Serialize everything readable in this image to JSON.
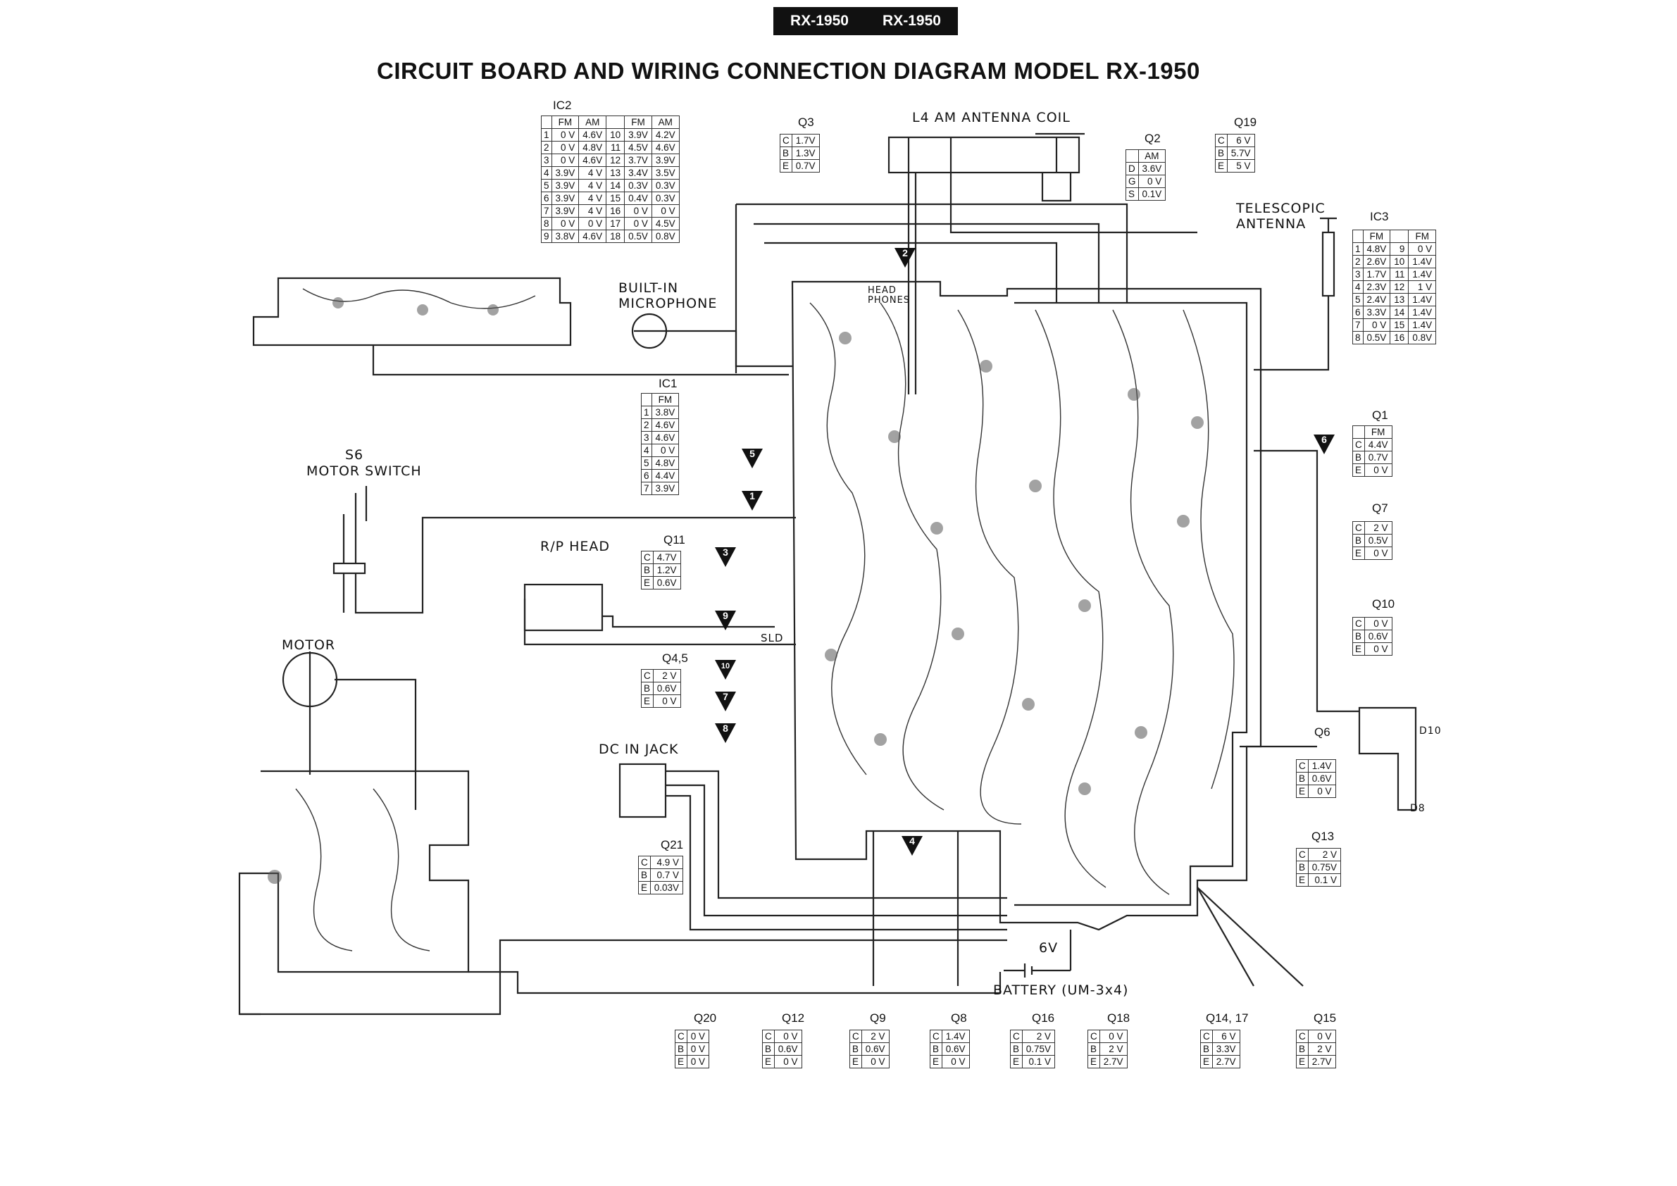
{
  "header": {
    "badge_left": "RX-1950",
    "badge_right": "RX-1950"
  },
  "title": "CIRCUIT BOARD AND WIRING CONNECTION DIAGRAM MODEL RX-1950",
  "labels": {
    "antenna_coil": "L4 AM ANTENNA COIL",
    "telescopic": "TELESCOPIC",
    "antenna": "ANTENNA",
    "builtin": "BUILT-IN",
    "microphone": "MICROPHONE",
    "motor_switch_ref": "S6",
    "motor_switch": "MOTOR SWITCH",
    "rp_head": "R/P HEAD",
    "motor": "MOTOR",
    "dc_in_jack": "DC IN JACK",
    "battery_voltage": "6V",
    "battery": "BATTERY (UM-3x4)",
    "sld": "SLD",
    "headphones": "HEAD PHONES",
    "d10": "D10",
    "d8": "D8"
  },
  "markers": [
    "2",
    "5",
    "1",
    "3",
    "9",
    "10",
    "7",
    "8",
    "4",
    "6"
  ],
  "tables": {
    "ic2": {
      "name": "IC2",
      "header": [
        "",
        "FM",
        "AM",
        "",
        "FM",
        "AM"
      ],
      "rows": [
        [
          "1",
          "0 V",
          "4.6V",
          "10",
          "3.9V",
          "4.2V"
        ],
        [
          "2",
          "0 V",
          "4.8V",
          "11",
          "4.5V",
          "4.6V"
        ],
        [
          "3",
          "0 V",
          "4.6V",
          "12",
          "3.7V",
          "3.9V"
        ],
        [
          "4",
          "3.9V",
          "4 V",
          "13",
          "3.4V",
          "3.5V"
        ],
        [
          "5",
          "3.9V",
          "4 V",
          "14",
          "0.3V",
          "0.3V"
        ],
        [
          "6",
          "3.9V",
          "4 V",
          "15",
          "0.4V",
          "0.3V"
        ],
        [
          "7",
          "3.9V",
          "4 V",
          "16",
          "0 V",
          "0 V"
        ],
        [
          "8",
          "0 V",
          "0 V",
          "17",
          "0 V",
          "4.5V"
        ],
        [
          "9",
          "3.8V",
          "4.6V",
          "18",
          "0.5V",
          "0.8V"
        ]
      ]
    },
    "ic3": {
      "name": "IC3",
      "header": [
        "",
        "FM",
        "",
        "FM"
      ],
      "rows": [
        [
          "1",
          "4.8V",
          "9",
          "0 V"
        ],
        [
          "2",
          "2.6V",
          "10",
          "1.4V"
        ],
        [
          "3",
          "1.7V",
          "11",
          "1.4V"
        ],
        [
          "4",
          "2.3V",
          "12",
          "1 V"
        ],
        [
          "5",
          "2.4V",
          "13",
          "1.4V"
        ],
        [
          "6",
          "3.3V",
          "14",
          "1.4V"
        ],
        [
          "7",
          "0 V",
          "15",
          "1.4V"
        ],
        [
          "8",
          "0.5V",
          "16",
          "0.8V"
        ]
      ]
    },
    "ic1": {
      "name": "IC1",
      "header": [
        "",
        "FM"
      ],
      "rows": [
        [
          "1",
          "3.8V"
        ],
        [
          "2",
          "4.6V"
        ],
        [
          "3",
          "4.6V"
        ],
        [
          "4",
          "0 V"
        ],
        [
          "5",
          "4.8V"
        ],
        [
          "6",
          "4.4V"
        ],
        [
          "7",
          "3.9V"
        ]
      ]
    },
    "q3": {
      "name": "Q3",
      "header": null,
      "rows": [
        [
          "C",
          "1.7V"
        ],
        [
          "B",
          "1.3V"
        ],
        [
          "E",
          "0.7V"
        ]
      ]
    },
    "q2": {
      "name": "Q2",
      "header": [
        "",
        "AM"
      ],
      "rows": [
        [
          "D",
          "3.6V"
        ],
        [
          "G",
          "0 V"
        ],
        [
          "S",
          "0.1V"
        ]
      ]
    },
    "q19": {
      "name": "Q19",
      "header": null,
      "rows": [
        [
          "C",
          "6 V"
        ],
        [
          "B",
          "5.7V"
        ],
        [
          "E",
          "5 V"
        ]
      ]
    },
    "q1": {
      "name": "Q1",
      "header": [
        "",
        "FM"
      ],
      "rows": [
        [
          "C",
          "4.4V"
        ],
        [
          "B",
          "0.7V"
        ],
        [
          "E",
          "0 V"
        ]
      ]
    },
    "q7": {
      "name": "Q7",
      "header": null,
      "rows": [
        [
          "C",
          "2 V"
        ],
        [
          "B",
          "0.5V"
        ],
        [
          "E",
          "0 V"
        ]
      ]
    },
    "q10": {
      "name": "Q10",
      "header": null,
      "rows": [
        [
          "C",
          "0 V"
        ],
        [
          "B",
          "0.6V"
        ],
        [
          "E",
          "0 V"
        ]
      ]
    },
    "q11": {
      "name": "Q11",
      "header": null,
      "rows": [
        [
          "C",
          "4.7V"
        ],
        [
          "B",
          "1.2V"
        ],
        [
          "E",
          "0.6V"
        ]
      ]
    },
    "q45": {
      "name": "Q4,5",
      "header": null,
      "rows": [
        [
          "C",
          "2 V"
        ],
        [
          "B",
          "0.6V"
        ],
        [
          "E",
          "0 V"
        ]
      ]
    },
    "q21": {
      "name": "Q21",
      "header": null,
      "rows": [
        [
          "C",
          "4.9 V"
        ],
        [
          "B",
          "0.7 V"
        ],
        [
          "E",
          "0.03V"
        ]
      ]
    },
    "q6": {
      "name": "Q6",
      "header": null,
      "rows": [
        [
          "C",
          "1.4V"
        ],
        [
          "B",
          "0.6V"
        ],
        [
          "E",
          "0 V"
        ]
      ]
    },
    "q13": {
      "name": "Q13",
      "header": null,
      "rows": [
        [
          "C",
          "2 V"
        ],
        [
          "B",
          "0.75V"
        ],
        [
          "E",
          "0.1 V"
        ]
      ]
    },
    "q20": {
      "name": "Q20",
      "header": null,
      "rows": [
        [
          "C",
          "0 V"
        ],
        [
          "B",
          "0 V"
        ],
        [
          "E",
          "0 V"
        ]
      ]
    },
    "q12": {
      "name": "Q12",
      "header": null,
      "rows": [
        [
          "C",
          "0 V"
        ],
        [
          "B",
          "0.6V"
        ],
        [
          "E",
          "0 V"
        ]
      ]
    },
    "q9": {
      "name": "Q9",
      "header": null,
      "rows": [
        [
          "C",
          "2 V"
        ],
        [
          "B",
          "0.6V"
        ],
        [
          "E",
          "0 V"
        ]
      ]
    },
    "q8": {
      "name": "Q8",
      "header": null,
      "rows": [
        [
          "C",
          "1.4V"
        ],
        [
          "B",
          "0.6V"
        ],
        [
          "E",
          "0 V"
        ]
      ]
    },
    "q16": {
      "name": "Q16",
      "header": null,
      "rows": [
        [
          "C",
          "2 V"
        ],
        [
          "B",
          "0.75V"
        ],
        [
          "E",
          "0.1 V"
        ]
      ]
    },
    "q18": {
      "name": "Q18",
      "header": null,
      "rows": [
        [
          "C",
          "0 V"
        ],
        [
          "B",
          "2 V"
        ],
        [
          "E",
          "2.7V"
        ]
      ]
    },
    "q1417": {
      "name": "Q14, 17",
      "header": null,
      "rows": [
        [
          "C",
          "6 V"
        ],
        [
          "B",
          "3.3V"
        ],
        [
          "E",
          "2.7V"
        ]
      ]
    },
    "q15": {
      "name": "Q15",
      "header": null,
      "rows": [
        [
          "C",
          "0 V"
        ],
        [
          "B",
          "2 V"
        ],
        [
          "E",
          "2.7V"
        ]
      ]
    }
  }
}
